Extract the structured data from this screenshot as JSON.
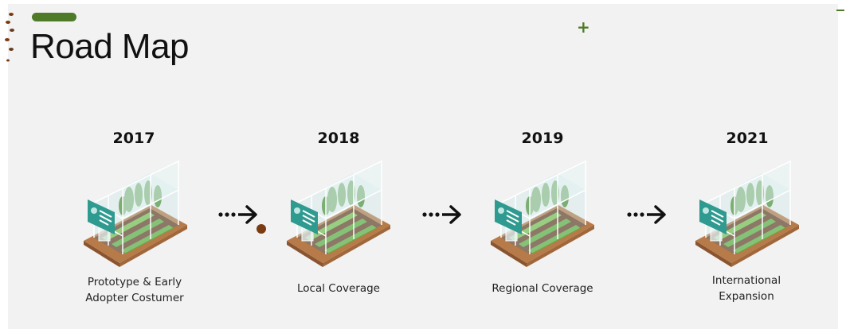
{
  "title": "Road Map",
  "decor": {
    "plus_symbol": "+"
  },
  "milestones": [
    {
      "year": "2017",
      "label_line1": "Prototype & Early",
      "label_line2": "Adopter Costumer",
      "icon": "greenhouse-icon"
    },
    {
      "year": "2018",
      "label_line1": "Local Coverage",
      "label_line2": "",
      "icon": "greenhouse-icon"
    },
    {
      "year": "2019",
      "label_line1": "Regional Coverage",
      "label_line2": "",
      "icon": "greenhouse-icon"
    },
    {
      "year": "2021",
      "label_line1": "International",
      "label_line2": "Expansion",
      "icon": "greenhouse-icon"
    }
  ],
  "colors": {
    "accent_green": "#4f7a28",
    "soil": "#6b3b1f",
    "plants": "#5fae3a",
    "sign_teal": "#2f9a8f"
  }
}
